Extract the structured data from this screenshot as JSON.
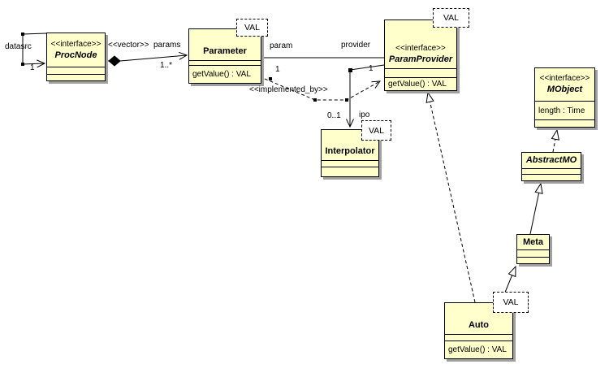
{
  "classes": {
    "procnode": {
      "stereotype": "<<interface>>",
      "name": "ProcNode"
    },
    "parameter": {
      "name": "Parameter",
      "template_param": "VAL",
      "operations": [
        "getValue() : VAL"
      ]
    },
    "paramprovider": {
      "stereotype": "<<interface>>",
      "name": "ParamProvider",
      "template_param": "VAL",
      "operations": [
        "getValue() : VAL"
      ]
    },
    "interpolator": {
      "name": "Interpolator",
      "template_param": "VAL"
    },
    "mobject": {
      "stereotype": "<<interface>>",
      "name": "MObject",
      "attributes": [
        "length : Time"
      ]
    },
    "abstractmo": {
      "name": "AbstractMO"
    },
    "meta": {
      "name": "Meta"
    },
    "auto": {
      "name": "Auto",
      "template_param": "VAL",
      "operations": [
        "getValue() : VAL"
      ]
    }
  },
  "edges": {
    "datasrc": {
      "role": "datasrc",
      "multiplicity": "1"
    },
    "params": {
      "stereotype": "<<vector>>",
      "role": "params",
      "multiplicity": "1..*"
    },
    "param_provider": {
      "source_role": "param",
      "target_role": "provider",
      "target_multiplicity": "1"
    },
    "implemented_by": {
      "stereotype": "<<implemented_by>>",
      "source_multiplicity": "1"
    },
    "ipo": {
      "role": "ipo",
      "multiplicity": "0..1"
    }
  },
  "colors": {
    "class_fill": "#ffffcc",
    "class_border": "#000000",
    "shadow": "#a0a0a0",
    "background": "#ffffff",
    "line": "#000000"
  }
}
